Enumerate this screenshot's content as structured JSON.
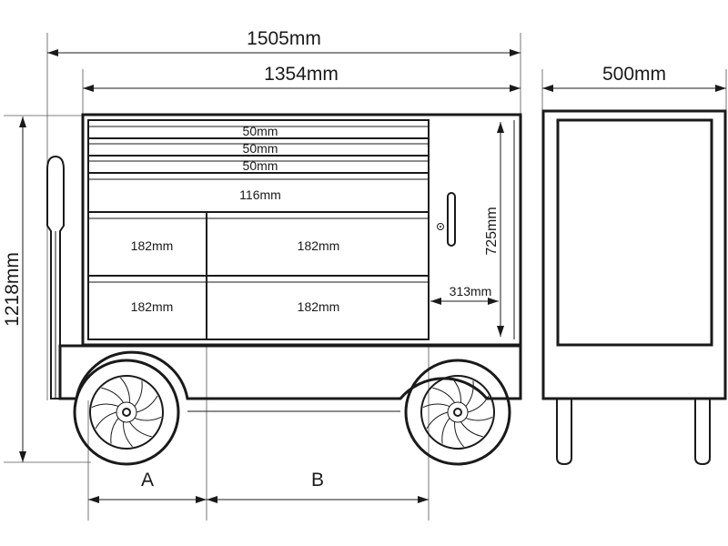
{
  "dimensions": {
    "overall_width": "1505mm",
    "body_width": "1354mm",
    "depth": "500mm",
    "overall_height": "1218mm",
    "door_height": "725mm",
    "door_width": "313mm"
  },
  "drawers": [
    {
      "label": "50mm"
    },
    {
      "label": "50mm"
    },
    {
      "label": "50mm"
    },
    {
      "label": "116mm"
    },
    {
      "label": "182mm"
    },
    {
      "label": "182mm"
    },
    {
      "label": "182mm"
    },
    {
      "label": "182mm"
    }
  ],
  "wheelbase": {
    "a_label": "A",
    "b_label": "B"
  }
}
